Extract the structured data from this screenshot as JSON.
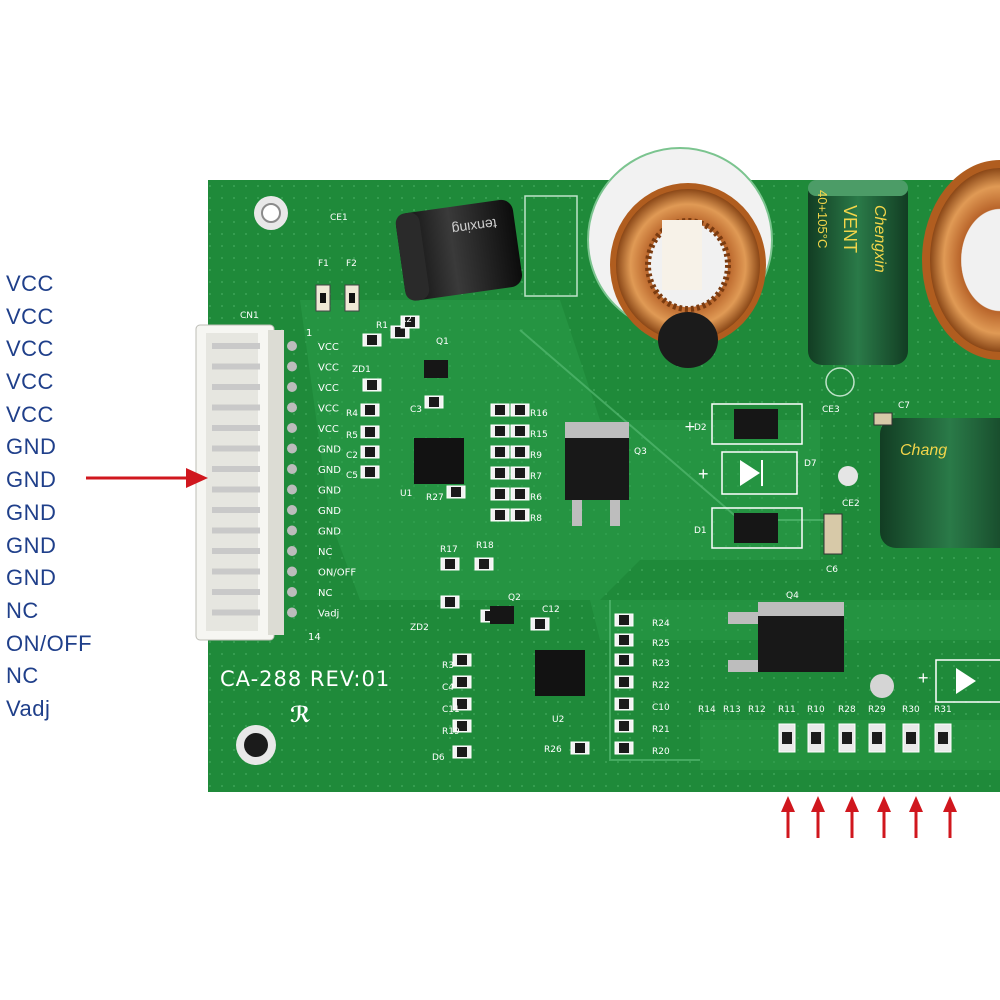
{
  "pin_labels": [
    "VCC",
    "VCC",
    "VCC",
    "VCC",
    "VCC",
    "GND",
    "GND",
    "GND",
    "GND",
    "GND",
    "NC",
    "ON/OFF",
    "NC",
    "Vadj"
  ],
  "board": {
    "model_text": "CA-288 REV:01",
    "connector_label": "CN1",
    "connector_pin_first": "1",
    "connector_pin_last": "14",
    "connector_silk": [
      "VCC",
      "VCC",
      "VCC",
      "VCC",
      "VCC",
      "GND",
      "GND",
      "GND",
      "GND",
      "GND",
      "NC",
      "ON/OFF",
      "NC",
      "Vadj"
    ],
    "capacitor_brand": "Chengxin",
    "capacitor_text": "VENT",
    "capacitor_rating": "40+105°C",
    "capacitor_small_brand": "tenxing",
    "designators": {
      "ce1": "CE1",
      "f1": "F1",
      "f2": "F2",
      "r1": "R1",
      "r2": "R2",
      "q1": "Q1",
      "zd1": "ZD1",
      "r4": "R4",
      "r5": "R5",
      "c2": "C2",
      "c5": "C5",
      "c3": "C3",
      "u1": "U1",
      "r27": "R27",
      "r16": "R16",
      "r15": "R15",
      "r9": "R9",
      "r7": "R7",
      "r6": "R6",
      "r8": "R8",
      "q3": "Q3",
      "d2": "D2",
      "d1": "D1",
      "d7": "D7",
      "ce2": "CE2",
      "ce3": "CE3",
      "c7": "C7",
      "c6": "C6",
      "r17": "R17",
      "r18": "R18",
      "zd2": "ZD2",
      "q2": "Q2",
      "c12": "C12",
      "r3": "R3",
      "c4": "C4",
      "c11": "C11",
      "r19": "R19",
      "d6": "D6",
      "u2": "U2",
      "r26": "R26",
      "r24": "R24",
      "r25": "R25",
      "r23": "R23",
      "r22": "R22",
      "c10": "C10",
      "r21": "R21",
      "r20": "R20",
      "q4": "Q4",
      "bottom_row": [
        "R14",
        "R13",
        "R12",
        "R11",
        "R10",
        "R28",
        "R29",
        "R30",
        "R31"
      ]
    },
    "diode_plus": "+"
  },
  "annotations": {
    "arrow_color": "#d0171e",
    "label_color": "#1f3f8a",
    "bottom_arrow_count": 6
  },
  "colors": {
    "pcb": "#1f8a3a",
    "pcb_trace": "#2a9c48",
    "silkscreen": "#ffffff",
    "copper": "#c9772e",
    "capacitor_body": "#1e5b34"
  }
}
